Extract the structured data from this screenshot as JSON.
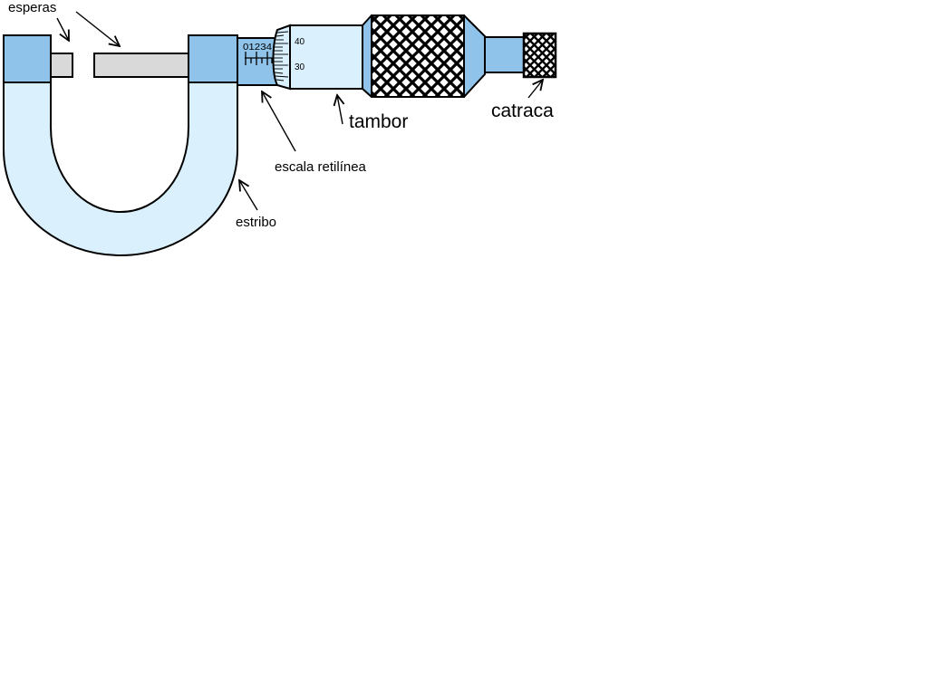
{
  "labels": {
    "spindles": "esperas",
    "linear_scale": "escala retilínea",
    "frame": "estribo",
    "thimble": "tambor",
    "ratchet": "catraca"
  },
  "scales": {
    "sleeve_digits": "01234",
    "thimble_upper": "40",
    "thimble_lower": "30"
  },
  "colors": {
    "frame_fill": "#daf0fc",
    "block_fill": "#8fc3ea",
    "rod_fill": "#d9d9d9",
    "outline": "#000000",
    "background": "#ffffff"
  }
}
